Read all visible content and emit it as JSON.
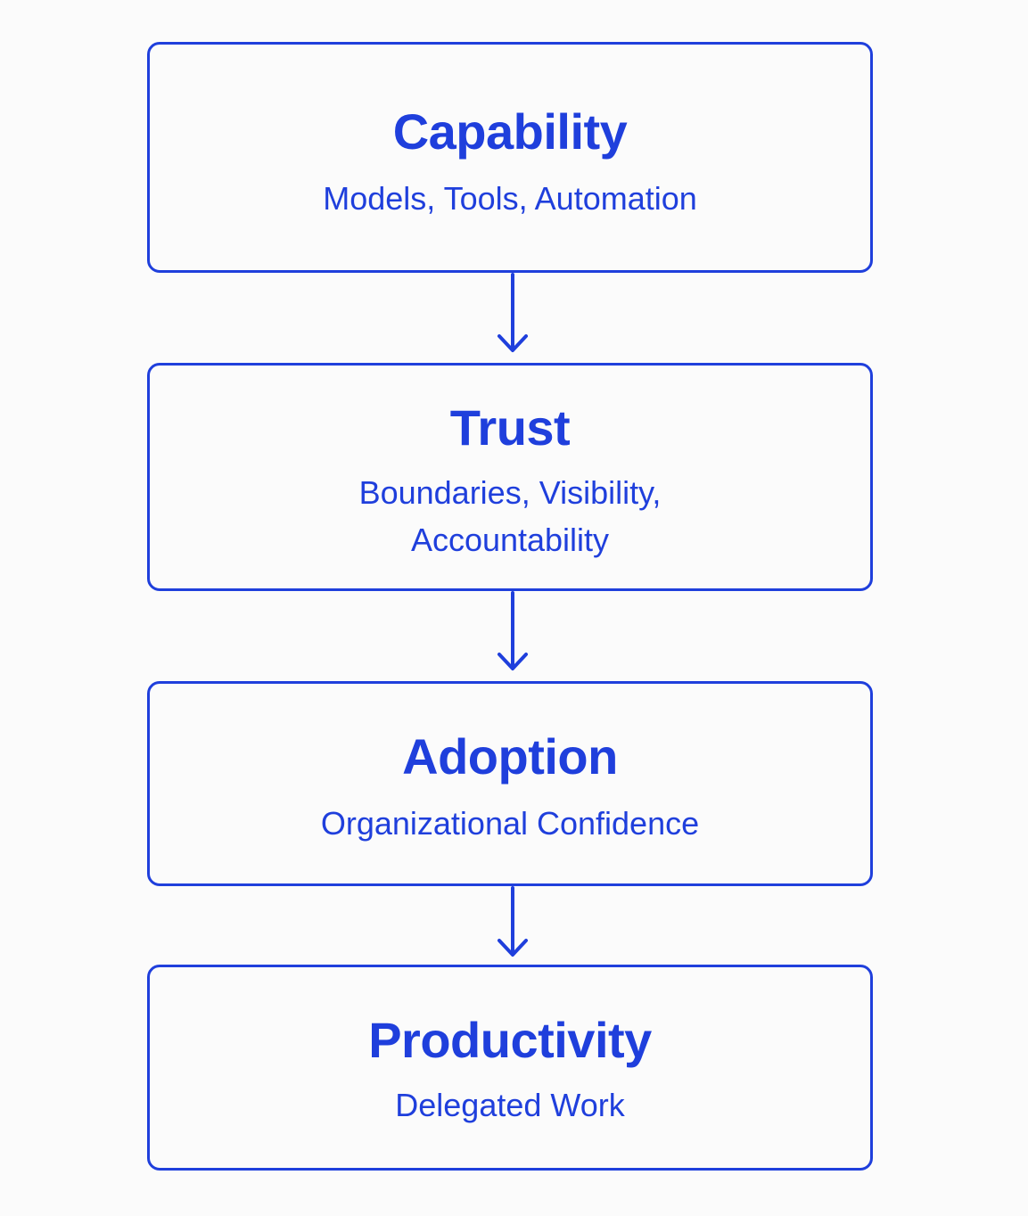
{
  "colors": {
    "accent": "#1f3fdc",
    "background": "#fbfbfb"
  },
  "steps": [
    {
      "title": "Capability",
      "subtitle": [
        "Models, Tools, Automation"
      ]
    },
    {
      "title": "Trust",
      "subtitle": [
        "Boundaries, Visibility,",
        "Accountability"
      ]
    },
    {
      "title": "Adoption",
      "subtitle": [
        "Organizational Confidence"
      ]
    },
    {
      "title": "Productivity",
      "subtitle": [
        "Delegated Work"
      ]
    }
  ]
}
